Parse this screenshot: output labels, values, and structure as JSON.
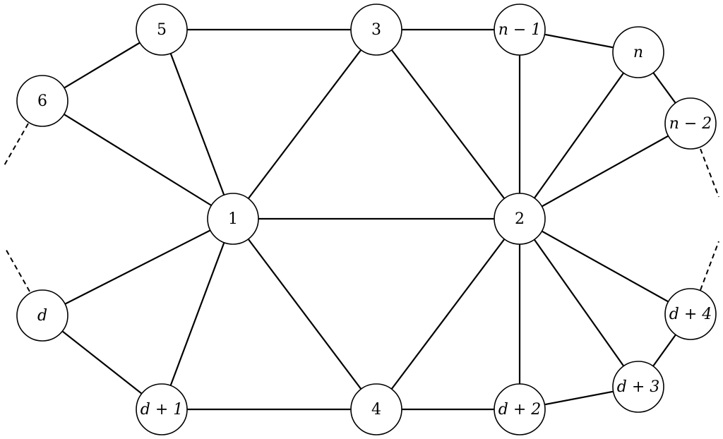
{
  "diagram": {
    "type": "graph",
    "nodes": [
      {
        "id": "n1",
        "label": "1"
      },
      {
        "id": "n2",
        "label": "2"
      },
      {
        "id": "n3",
        "label": "3"
      },
      {
        "id": "n4",
        "label": "4"
      },
      {
        "id": "n5",
        "label": "5"
      },
      {
        "id": "n6",
        "label": "6"
      },
      {
        "id": "nd",
        "label": "d"
      },
      {
        "id": "nd1",
        "label": "d + 1"
      },
      {
        "id": "nd2",
        "label": "d + 2"
      },
      {
        "id": "nd3",
        "label": "d + 3"
      },
      {
        "id": "nd4",
        "label": "d + 4"
      },
      {
        "id": "nn",
        "label": "n"
      },
      {
        "id": "nn1",
        "label": "n − 1"
      },
      {
        "id": "nn2",
        "label": "n − 2"
      }
    ],
    "edges": [
      [
        "n5",
        "n3"
      ],
      [
        "n3",
        "nn1"
      ],
      [
        "nn1",
        "nn"
      ],
      [
        "nn",
        "nn2"
      ],
      [
        "n6",
        "n5"
      ],
      [
        "n6",
        "n1"
      ],
      [
        "n5",
        "n1"
      ],
      [
        "n3",
        "n1"
      ],
      [
        "n3",
        "n2"
      ],
      [
        "nn1",
        "n2"
      ],
      [
        "nn",
        "n2"
      ],
      [
        "nn2",
        "n2"
      ],
      [
        "n1",
        "n2"
      ],
      [
        "n1",
        "nd"
      ],
      [
        "n1",
        "nd1"
      ],
      [
        "n1",
        "n4"
      ],
      [
        "n2",
        "n4"
      ],
      [
        "n2",
        "nd2"
      ],
      [
        "n2",
        "nd3"
      ],
      [
        "n2",
        "nd4"
      ],
      [
        "nd",
        "nd1"
      ],
      [
        "nd1",
        "n4"
      ],
      [
        "n4",
        "nd2"
      ],
      [
        "nd2",
        "nd3"
      ],
      [
        "nd3",
        "nd4"
      ]
    ],
    "dashed_edges": [
      "n6-left",
      "nd-left",
      "nn2-right",
      "nd4-right"
    ]
  }
}
